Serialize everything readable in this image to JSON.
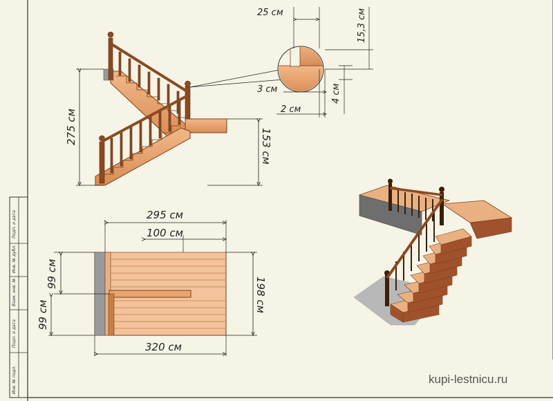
{
  "elevation": {
    "total_height": "275 см",
    "landing_height": "153 см"
  },
  "detail": {
    "tread_depth": "25 см",
    "riser_height": "15,3 см",
    "nosing": "3 см",
    "offset": "2 см",
    "tread_thickness": "4 см"
  },
  "plan": {
    "top_length": "295 см",
    "landing_length": "100 см",
    "bottom_length": "320 см",
    "flight_width_upper": "99 см",
    "flight_width_lower": "99 см",
    "total_width": "198 см"
  },
  "stamp_cells": [
    "Подп. и дата",
    "Инв. № дубл.",
    "Взам. инв. №",
    "Подп. и дата",
    "Инв. № подл."
  ],
  "watermark": "kupi-lestnicu.ru",
  "colors": {
    "wood": "#e8a56f",
    "wood_dark": "#a0522d",
    "rail": "#8b4a22",
    "paper": "#f6f4e6",
    "line": "#222"
  }
}
